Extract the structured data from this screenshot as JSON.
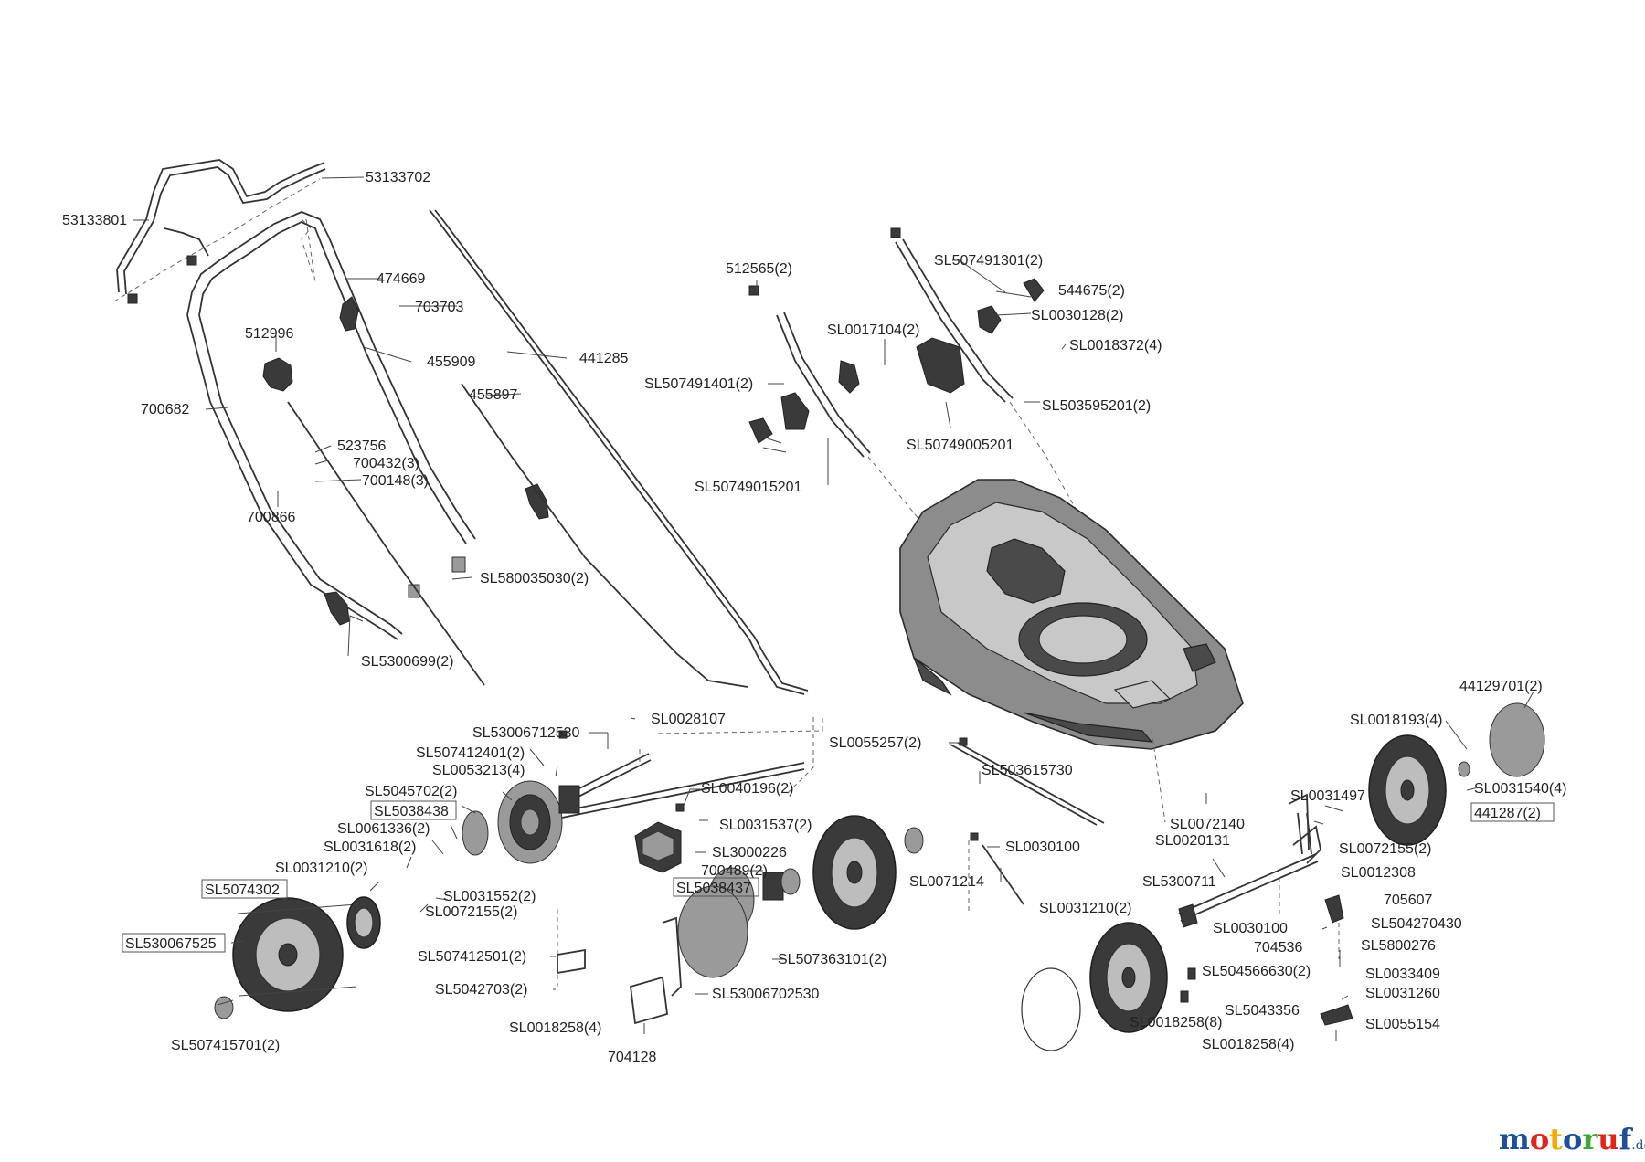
{
  "labels": [
    {
      "id": "53133702",
      "text": "53133702",
      "boxed": false
    },
    {
      "id": "53133801",
      "text": "53133801",
      "boxed": false
    },
    {
      "id": "474669",
      "text": "474669",
      "boxed": false
    },
    {
      "id": "703703",
      "text": "703703",
      "boxed": false
    },
    {
      "id": "512996",
      "text": "512996",
      "boxed": false
    },
    {
      "id": "455909",
      "text": "455909",
      "boxed": false
    },
    {
      "id": "441285",
      "text": "441285",
      "boxed": false
    },
    {
      "id": "455897",
      "text": "455897",
      "boxed": false
    },
    {
      "id": "700682",
      "text": "700682",
      "boxed": false
    },
    {
      "id": "523756",
      "text": "523756",
      "boxed": false
    },
    {
      "id": "700432",
      "text": "700432(3)",
      "boxed": false
    },
    {
      "id": "700148",
      "text": "700148(3)",
      "boxed": false
    },
    {
      "id": "700866",
      "text": "700866",
      "boxed": false
    },
    {
      "id": "SL580035030",
      "text": "SL580035030(2)",
      "boxed": false
    },
    {
      "id": "SL5300699",
      "text": "SL5300699(2)",
      "boxed": false
    },
    {
      "id": "512565",
      "text": "512565(2)",
      "boxed": false
    },
    {
      "id": "SL507491301",
      "text": "SL507491301(2)",
      "boxed": false
    },
    {
      "id": "544675",
      "text": "544675(2)",
      "boxed": false
    },
    {
      "id": "SL0030128",
      "text": "SL0030128(2)",
      "boxed": false
    },
    {
      "id": "SL0017104",
      "text": "SL0017104(2)",
      "boxed": false
    },
    {
      "id": "SL0018372",
      "text": "SL0018372(4)",
      "boxed": false
    },
    {
      "id": "SL507491401",
      "text": "SL507491401(2)",
      "boxed": false
    },
    {
      "id": "SL503595201",
      "text": "SL503595201(2)",
      "boxed": false
    },
    {
      "id": "SL50749005201",
      "text": "SL50749005201",
      "boxed": false
    },
    {
      "id": "SL50749015201",
      "text": "SL50749015201",
      "boxed": false
    },
    {
      "id": "SL53006712530",
      "text": "SL53006712530",
      "boxed": false
    },
    {
      "id": "SL0028107",
      "text": "SL0028107",
      "boxed": false
    },
    {
      "id": "SL507412401",
      "text": "SL507412401(2)",
      "boxed": false
    },
    {
      "id": "SL0053213",
      "text": "SL0053213(4)",
      "boxed": false
    },
    {
      "id": "SL5045702",
      "text": "SL5045702(2)",
      "boxed": false
    },
    {
      "id": "SL5038438",
      "text": "SL5038438",
      "boxed": true
    },
    {
      "id": "SL0061336",
      "text": "SL0061336(2)",
      "boxed": false
    },
    {
      "id": "SL0031618",
      "text": "SL0031618(2)",
      "boxed": false
    },
    {
      "id": "SL0031210a",
      "text": "SL0031210(2)",
      "boxed": false
    },
    {
      "id": "SL5074302",
      "text": "SL5074302",
      "boxed": true
    },
    {
      "id": "SL530067525",
      "text": "SL530067525",
      "boxed": true
    },
    {
      "id": "SL507415701",
      "text": "SL507415701(2)",
      "boxed": false
    },
    {
      "id": "SL0031552",
      "text": "SL0031552(2)",
      "boxed": false
    },
    {
      "id": "SL0072155a",
      "text": "SL0072155(2)",
      "boxed": false
    },
    {
      "id": "SL0040196",
      "text": "SL0040196(2)",
      "boxed": false
    },
    {
      "id": "SL0031537",
      "text": "SL0031537(2)",
      "boxed": false
    },
    {
      "id": "SL3000226",
      "text": "SL3000226",
      "boxed": false
    },
    {
      "id": "700489",
      "text": "700489(2)",
      "boxed": false
    },
    {
      "id": "SL5038437",
      "text": "SL5038437",
      "boxed": true
    },
    {
      "id": "SL507412501",
      "text": "SL507412501(2)",
      "boxed": false
    },
    {
      "id": "SL507363101",
      "text": "SL507363101(2)",
      "boxed": false
    },
    {
      "id": "SL5042703",
      "text": "SL5042703(2)",
      "boxed": false
    },
    {
      "id": "SL53006702530",
      "text": "SL53006702530",
      "boxed": false
    },
    {
      "id": "SL0018258a",
      "text": "SL0018258(4)",
      "boxed": false
    },
    {
      "id": "704128",
      "text": "704128",
      "boxed": false
    },
    {
      "id": "SL0055257",
      "text": "SL0055257(2)",
      "boxed": false
    },
    {
      "id": "SL503615730",
      "text": "SL503615730",
      "boxed": false
    },
    {
      "id": "SL0030100a",
      "text": "SL0030100",
      "boxed": false
    },
    {
      "id": "SL0071214",
      "text": "SL0071214",
      "boxed": false
    },
    {
      "id": "44129701",
      "text": "44129701(2)",
      "boxed": false
    },
    {
      "id": "SL0018193",
      "text": "SL0018193(4)",
      "boxed": false
    },
    {
      "id": "SL0031540",
      "text": "SL0031540(4)",
      "boxed": false
    },
    {
      "id": "SL0031497",
      "text": "SL0031497",
      "boxed": false
    },
    {
      "id": "441287",
      "text": "441287(2)",
      "boxed": true
    },
    {
      "id": "SL0072140",
      "text": "SL0072140",
      "boxed": false
    },
    {
      "id": "SL0020131",
      "text": "SL0020131",
      "boxed": false
    },
    {
      "id": "SL0072155b",
      "text": "SL0072155(2)",
      "boxed": false
    },
    {
      "id": "SL0012308",
      "text": "SL0012308",
      "boxed": false
    },
    {
      "id": "SL5300711",
      "text": "SL5300711",
      "boxed": false
    },
    {
      "id": "705607",
      "text": "705607",
      "boxed": false
    },
    {
      "id": "SL0031210b",
      "text": "SL0031210(2)",
      "boxed": false
    },
    {
      "id": "SL0030100b",
      "text": "SL0030100",
      "boxed": false
    },
    {
      "id": "SL504270430",
      "text": "SL504270430",
      "boxed": false
    },
    {
      "id": "704536",
      "text": "704536",
      "boxed": false
    },
    {
      "id": "SL5800276",
      "text": "SL5800276",
      "boxed": false
    },
    {
      "id": "SL504566630",
      "text": "SL504566630(2)",
      "boxed": false
    },
    {
      "id": "SL0033409",
      "text": "SL0033409",
      "boxed": false
    },
    {
      "id": "SL0031260",
      "text": "SL0031260",
      "boxed": false
    },
    {
      "id": "SL0018258b",
      "text": "SL0018258(8)",
      "boxed": false
    },
    {
      "id": "SL5043356",
      "text": "SL5043356",
      "boxed": false
    },
    {
      "id": "SL0055154",
      "text": "SL0055154",
      "boxed": false
    },
    {
      "id": "SL0018258c",
      "text": "SL0018258(4)",
      "boxed": false
    }
  ],
  "watermark": {
    "brand": "motoruf",
    "suffix": ".de",
    "colors": [
      "#1d4f9c",
      "#e2231a",
      "#f5a800",
      "#1d4f9c",
      "#3aa935",
      "#e2231a",
      "#1d4f9c"
    ]
  }
}
